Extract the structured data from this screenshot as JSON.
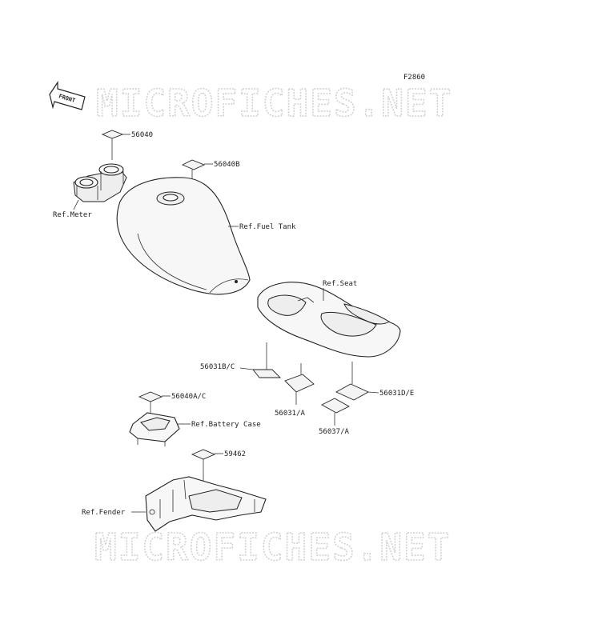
{
  "figure_code": "F2860",
  "watermark_top": "MICROFICHES.NET",
  "watermark_bottom": "MICROFICHES.NET",
  "front_arrow": "FRONT",
  "labels": {
    "p56040": "56040",
    "p56040B": "56040B",
    "ref_meter": "Ref.Meter",
    "ref_fuel_tank": "Ref.Fuel Tank",
    "ref_seat": "Ref.Seat",
    "p56031BC": "56031B/C",
    "p56031A": "56031/A",
    "p56031DE": "56031D/E",
    "p56037A": "56037/A",
    "p56040AC": "56040A/C",
    "ref_battery_case": "Ref.Battery Case",
    "p59462": "59462",
    "ref_fender": "Ref.Fender"
  }
}
